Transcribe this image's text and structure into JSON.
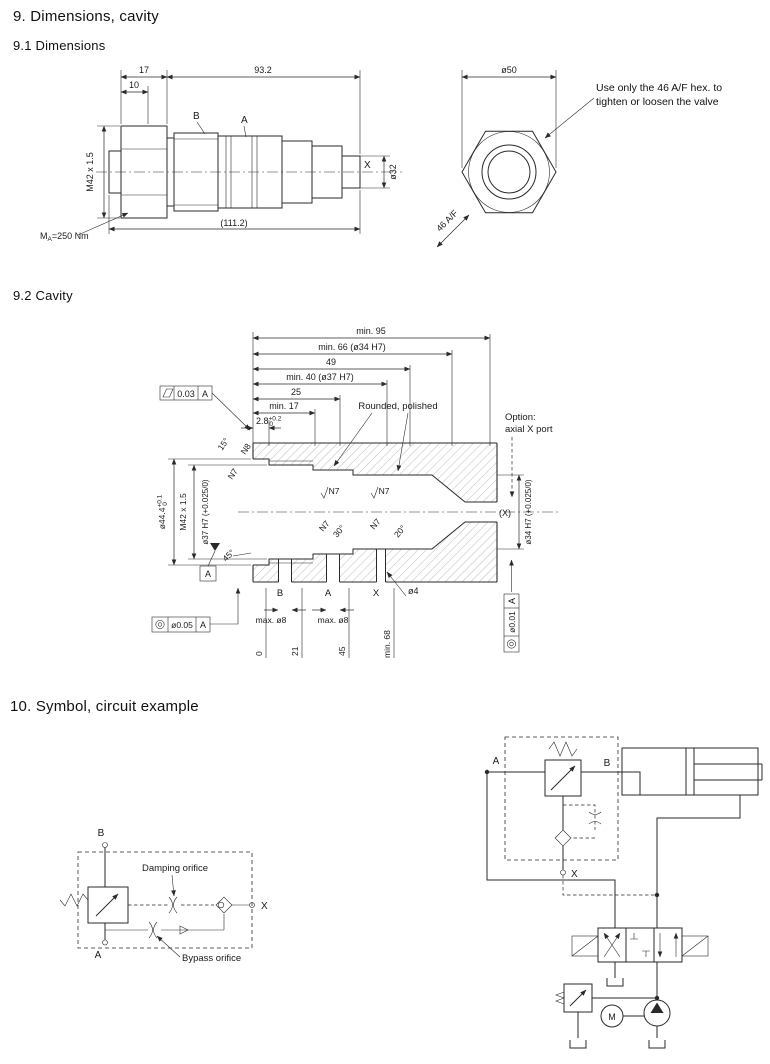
{
  "sections": {
    "s9": "9.  Dimensions, cavity",
    "s91": "9.1  Dimensions",
    "s92": "9.2  Cavity",
    "s10": "10. Symbol, circuit example"
  },
  "dims": {
    "d17": "17",
    "d93": "93.2",
    "d10": "10",
    "b": "B",
    "a": "A",
    "x": "X",
    "thread": "M42 x 1.5",
    "dia32": "ø32",
    "overall": "(111.2)",
    "torque_m": "M",
    "torque_sub": "A",
    "torque_rest": "=250 Nm",
    "dia50": "ø50",
    "hex_af": "46 A/F",
    "note": "Use only the 46 A/F hex. to tighten or loosen the valve"
  },
  "cavity": {
    "min95": "min. 95",
    "min66": "min. 66 (ø34 H7)",
    "d49": "49",
    "min40": "min. 40 (ø37 H7)",
    "d25": "25",
    "min17": "min. 17",
    "d28": "2.8",
    "d28u": "+0.2",
    "d28d": "0",
    "a15": "15°",
    "n8": "N8",
    "n7": "N7",
    "a30": "30°",
    "a20": "20°",
    "a45": "45°",
    "rounded": "Rounded, polished",
    "opt1": "Option:",
    "opt2": "axial X port",
    "dia444": "ø44.4",
    "dia444u": "+0.1",
    "dia444d": "0",
    "thread": "M42 x 1.5",
    "dia37": "ø37 H7 (+0.025/0)",
    "dia34": "ø34 H7 (+0.025/0)",
    "xp": "(X)",
    "b": "B",
    "a": "A",
    "x": "X",
    "dia4": "ø4",
    "max8": "max. ø8",
    "p0": "0",
    "p21": "21",
    "p45": "45",
    "p68": "min. 68",
    "t003": "0.03",
    "t005": "ø0.05",
    "t001": "ø0.01",
    "datum": "A"
  },
  "symbol": {
    "b": "B",
    "a": "A",
    "x": "X",
    "damping": "Damping orifice",
    "bypass": "Bypass orifice"
  },
  "circuit": {
    "a": "A",
    "b": "B",
    "x": "X",
    "m": "M"
  }
}
